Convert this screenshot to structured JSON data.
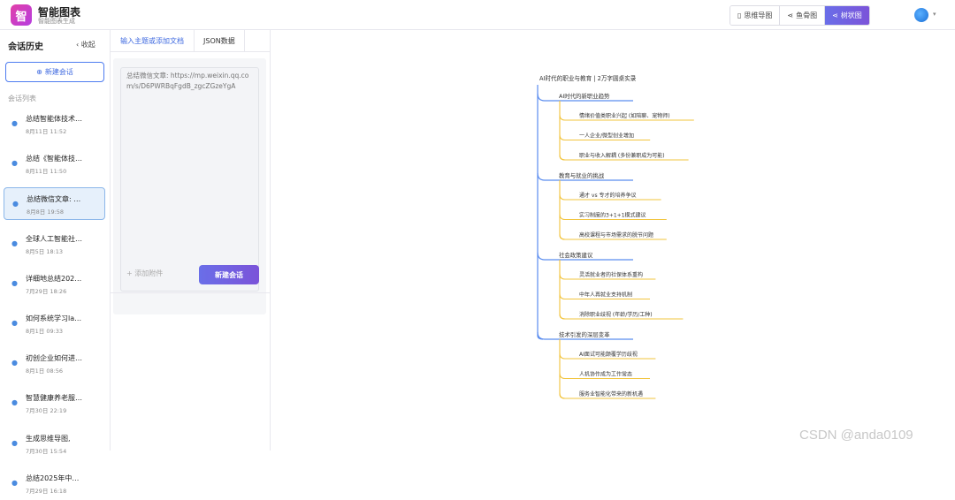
{
  "header": {
    "logo_glyph": "智",
    "title": "智能图表",
    "subtitle": "智能图表生成",
    "views": [
      {
        "label": "思维导图",
        "icon": "document-icon",
        "active": false
      },
      {
        "label": "鱼骨图",
        "icon": "share-icon",
        "active": false
      },
      {
        "label": "树状图",
        "icon": "share-icon",
        "active": true
      }
    ],
    "avatar_caret": "▾"
  },
  "sidebar": {
    "title": "会话历史",
    "collapse_label": "收起",
    "new_chat_label": "新建会话",
    "list_label": "会话列表",
    "items": [
      {
        "title": "总结智能体技术…",
        "time": "8月11日 11:52",
        "active": false
      },
      {
        "title": "总结《智能体技…",
        "time": "8月11日 11:50",
        "active": false
      },
      {
        "title": "总结微信文章: …",
        "time": "8月8日 19:58",
        "active": true
      },
      {
        "title": "全球人工智能社…",
        "time": "8月5日 18:13",
        "active": false
      },
      {
        "title": "详细地总结202…",
        "time": "7月29日 18:26",
        "active": false
      },
      {
        "title": "如何系统学习la…",
        "time": "8月1日 09:33",
        "active": false
      },
      {
        "title": "初创企业如何进…",
        "time": "8月1日 08:56",
        "active": false
      },
      {
        "title": "智慧健康养老服…",
        "time": "7月30日 22:19",
        "active": false
      },
      {
        "title": "生成思维导图,",
        "time": "7月30日 15:54",
        "active": false
      },
      {
        "title": "总结2025年中…",
        "time": "7月29日 16:18",
        "active": false
      }
    ]
  },
  "input_panel": {
    "tabs": [
      "输入主题或添加文档",
      "JSON数据"
    ],
    "placeholder": "总结微信文章: https://mp.weixin.qq.com/s/D6PWRBqFgdB_zgcZGzeYgA",
    "attach_label": "添加附件",
    "submit_label": "新建会话"
  },
  "mindmap": {
    "root": "AI时代的职业与教育 | 2万字圆桌实录",
    "branch_color": "#5b8def",
    "leaf_color": "#f2c43d",
    "branches": [
      {
        "label": "AI时代的新职业趋势",
        "children": [
          "情绪价值类职业兴起 (如陪聊、宠物师)",
          "一人企业/微型创业增加",
          "职业与收入解耦 (多份兼职成为可能)"
        ]
      },
      {
        "label": "教育与就业的挑战",
        "children": [
          "通才 vs 专才的培养争议",
          "实习制度的3+1+1模式建议",
          "高校课程与市场需求的脱节问题"
        ]
      },
      {
        "label": "社会政策建议",
        "children": [
          "灵活就业者的社保体系重构",
          "中年人再就业支持机制",
          "消除职业歧视 (年龄/学历/工种)"
        ]
      },
      {
        "label": "技术引发的深层变革",
        "children": [
          "AI面试可能颠覆学历歧视",
          "人机协作成为工作常态",
          "服务业智能化带来的新机遇"
        ]
      }
    ]
  },
  "watermark": "CSDN @anda0109"
}
